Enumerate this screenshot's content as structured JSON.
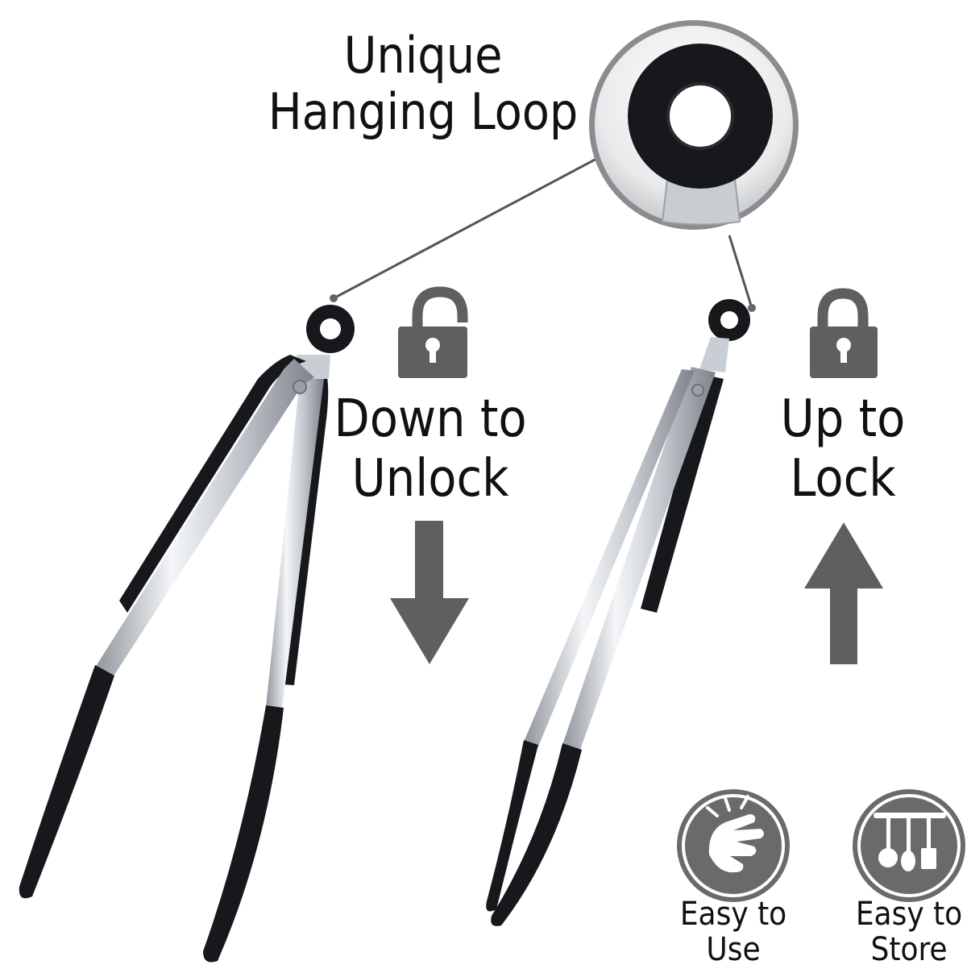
{
  "title": {
    "line1": "Unique",
    "line2": "Hanging Loop"
  },
  "unlock": {
    "line1": "Down to",
    "line2": "Unlock",
    "icon": "unlocked-padlock-icon",
    "arrow": "arrow-down-icon"
  },
  "lock": {
    "line1": "Up to",
    "line2": "Lock",
    "icon": "locked-padlock-icon",
    "arrow": "arrow-up-icon"
  },
  "badges": [
    {
      "line1": "Easy to",
      "line2": "Use",
      "icon": "finger-snap-icon"
    },
    {
      "line1": "Easy to",
      "line2": "Store",
      "icon": "hanging-utensils-icon"
    }
  ],
  "colors": {
    "text": "#111111",
    "icon_gray": "#5f5f5f",
    "silicone": "#17181c",
    "steel": "#d9dde2",
    "badge": "#6a6a6a"
  }
}
